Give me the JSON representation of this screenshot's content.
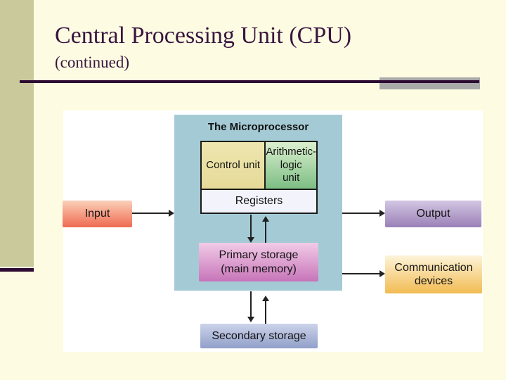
{
  "slide": {
    "title": "Central Processing Unit (CPU)",
    "subtitle": "(continued)"
  },
  "diagram": {
    "heading": "The Microprocessor",
    "boxes": {
      "control_unit": "Control unit",
      "alu_lines": [
        "Arithmetic-",
        "logic",
        "unit"
      ],
      "registers": "Registers",
      "primary_storage_lines": [
        "Primary storage",
        "(main memory)"
      ],
      "input": "Input",
      "output": "Output",
      "communication_lines": [
        "Communication",
        "devices"
      ],
      "secondary_storage": "Secondary storage"
    },
    "connections": [
      {
        "from": "Input",
        "to": "The Microprocessor",
        "bidirectional": false
      },
      {
        "from": "The Microprocessor",
        "to": "Output",
        "bidirectional": false
      },
      {
        "from": "The Microprocessor",
        "to": "Communication devices",
        "bidirectional": false
      },
      {
        "from": "Registers",
        "to": "Primary storage (main memory)",
        "bidirectional": true
      },
      {
        "from": "Primary storage (main memory)",
        "to": "Secondary storage",
        "bidirectional": true
      }
    ],
    "colors": {
      "slide_background": "#fdfce3",
      "left_bar_olive": "#c9c99b",
      "title_text": "#3a153f",
      "rule_dark": "#2e0b32",
      "rule_gray": "#a9a9a9",
      "panel_white": "#ffffff",
      "microprocessor_teal": "#a4cbd5",
      "control_unit_tan": "#ebe2a7",
      "alu_green_top": "#dcefcf",
      "alu_green_bottom": "#7cbe83",
      "registers_fill": "#f3f4fb",
      "primary_pink_top": "#f2cbe7",
      "primary_pink_bottom": "#c775b9",
      "input_red_top": "#fbd0b9",
      "input_red_bottom": "#ee6a50",
      "output_purple_top": "#d3c6e3",
      "output_purple_bottom": "#9a80b7",
      "comm_gold_top": "#fdf4d9",
      "comm_gold_bottom": "#f2bb52",
      "secondary_blue_top": "#ccd3ea",
      "secondary_blue_bottom": "#91a0ca",
      "arrow": "#222222"
    }
  }
}
